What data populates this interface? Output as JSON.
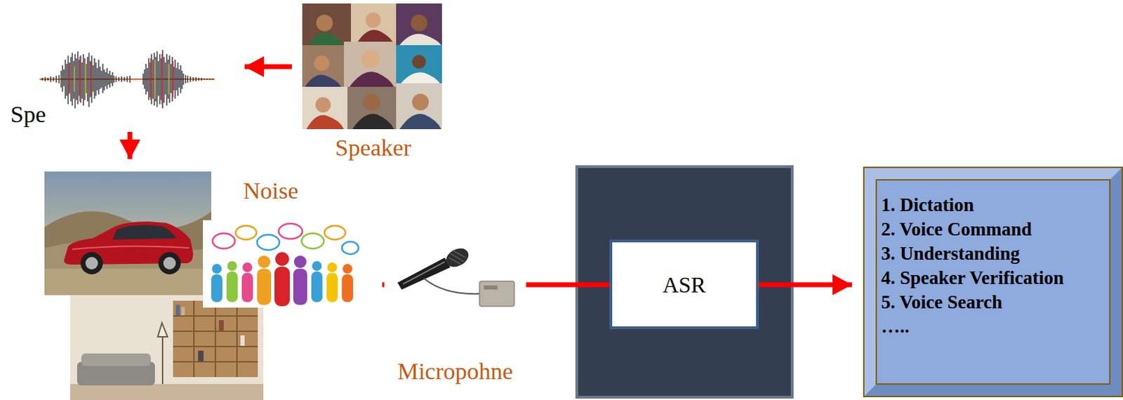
{
  "diagram": {
    "nodes": [
      {
        "text": [
          "Spe"
        ]
      },
      {
        "text": [
          "Speaker"
        ]
      },
      {
        "text": [
          "Noise"
        ]
      },
      {
        "text": [
          "Micropohne"
        ]
      },
      {
        "text": [
          "ASR"
        ]
      },
      {
        "text": [
          "1. Dictation",
          "2. Voice Command",
          "3. Understanding",
          "4. Speaker Verification",
          "5. Voice Search",
          "….."
        ]
      }
    ],
    "edges": [
      {
        "from": 1,
        "to": 0,
        "arrow": "to"
      },
      {
        "from": 0,
        "to": 2,
        "arrow": "to"
      },
      {
        "from": 2,
        "to": 3,
        "arrow": "none"
      },
      {
        "from": 3,
        "to": 4,
        "arrow": "none"
      },
      {
        "from": 4,
        "to": 5,
        "arrow": "to"
      }
    ]
  }
}
